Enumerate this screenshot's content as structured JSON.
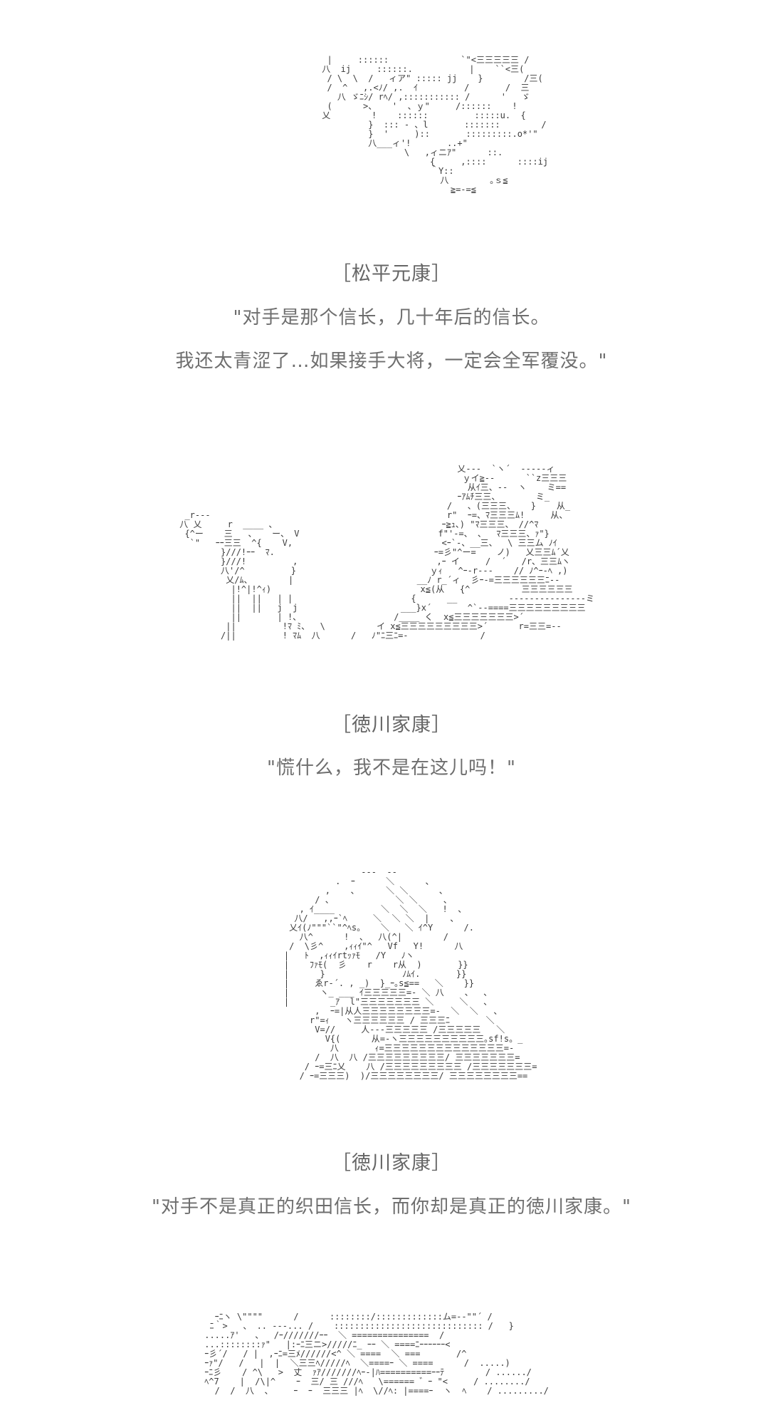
{
  "blocks": [
    {
      "speaker": "［松平元康］",
      "lines": [
        "\"对手是那个信长，几十年后的信长。",
        "我还太青涩了…如果接手大将，一定会全军覆没。\""
      ]
    },
    {
      "speaker": "［徳川家康］",
      "lines": [
        "\"慌什么，我不是在这儿吗！\""
      ]
    },
    {
      "speaker": "［徳川家康］",
      "lines": [
        "\"对手不是真正的织田信长，而你却是真正的徳川家康。\""
      ]
    }
  ]
}
